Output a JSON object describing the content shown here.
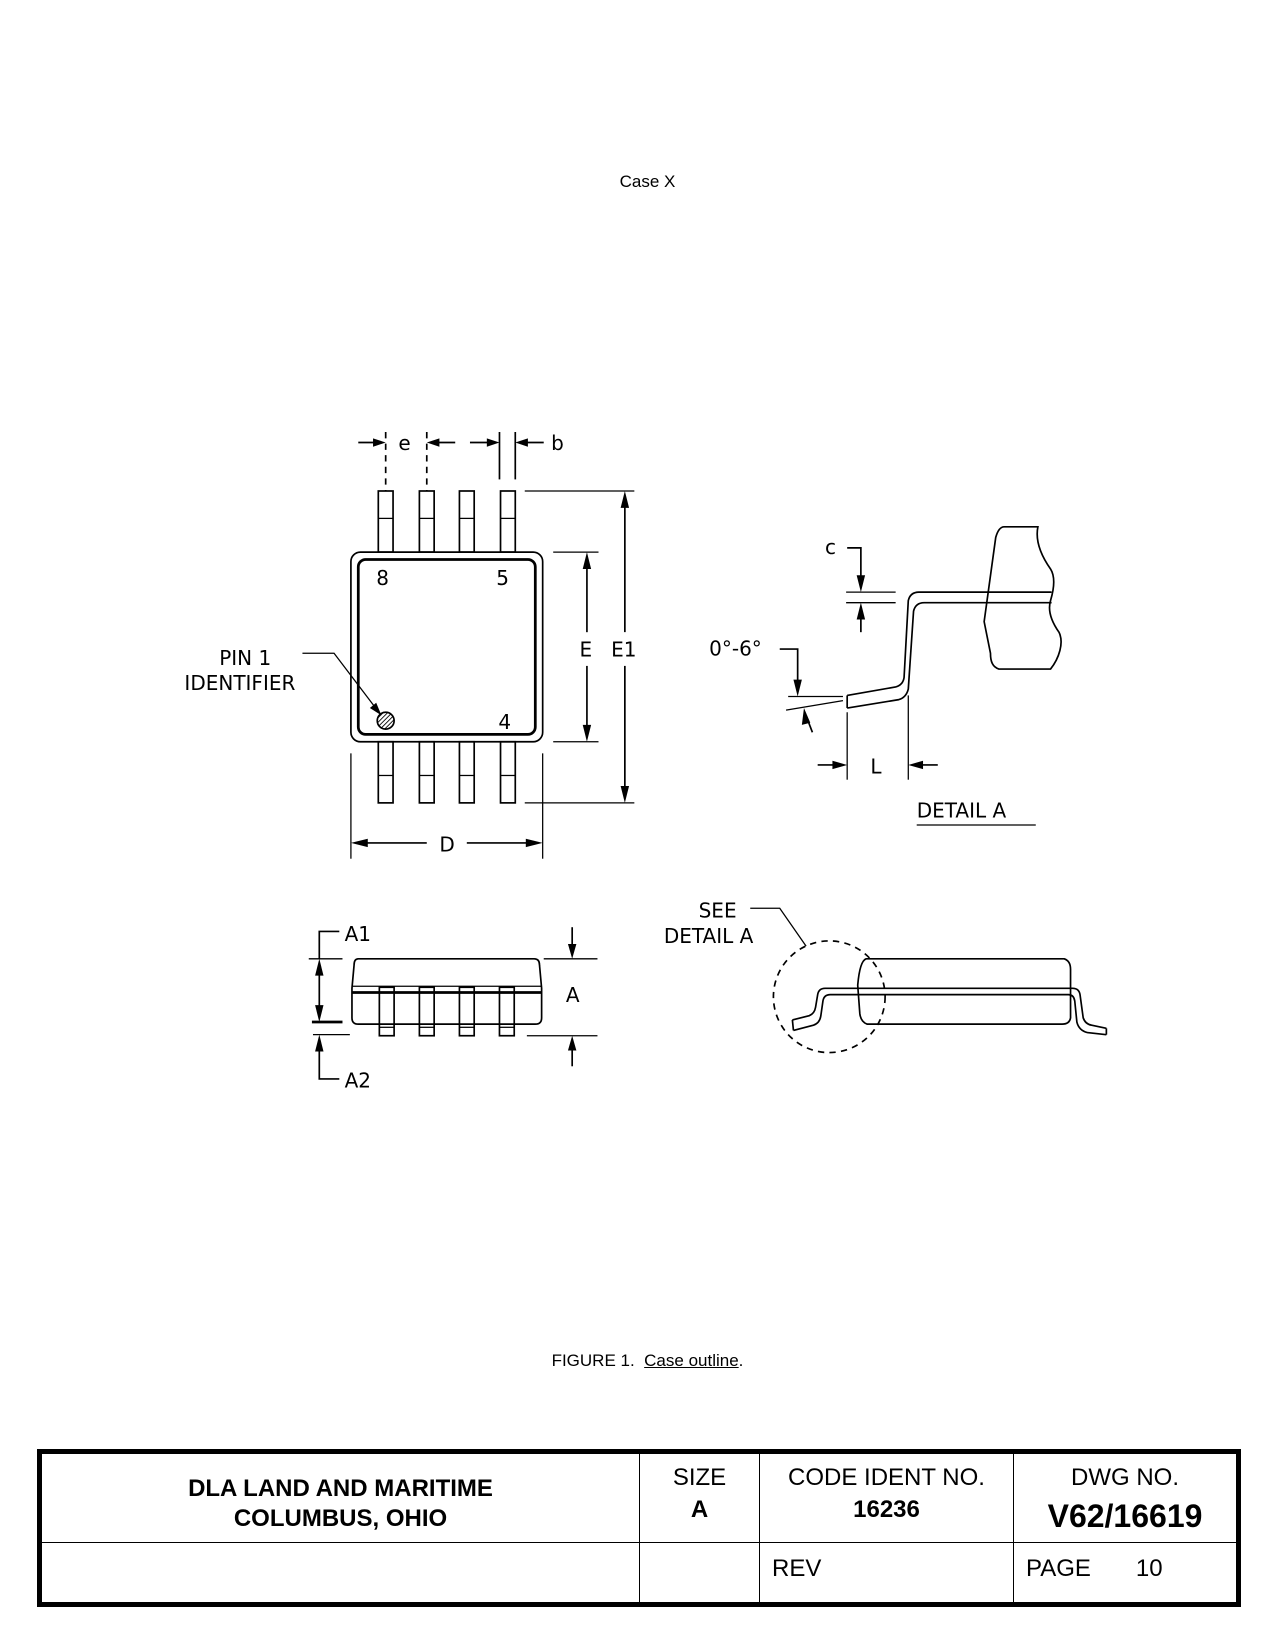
{
  "header": {
    "case_title": "Case X"
  },
  "drawing": {
    "top_view": {
      "pin_labels": [
        "8",
        "5",
        "4"
      ],
      "pin1_label_line1": "PIN  1",
      "pin1_label_line2": "IDENTIFIER",
      "dim_e": "e",
      "dim_b": "b",
      "dim_E": "E",
      "dim_E1": "E1",
      "dim_D": "D"
    },
    "detail_a": {
      "dim_c": "c",
      "angle": "0°-6°",
      "dim_L": "L",
      "title": "DETAIL  A"
    },
    "side_view": {
      "dim_A1": "A1",
      "dim_A2": "A2",
      "dim_A": "A"
    },
    "end_view": {
      "see_line1": "SEE",
      "see_line2": "DETAIL  A"
    }
  },
  "caption": {
    "prefix": "FIGURE 1.  ",
    "title": "Case outline",
    "suffix": "."
  },
  "title_block": {
    "org_line1": "DLA LAND AND MARITIME",
    "org_line2": "COLUMBUS, OHIO",
    "size_label": "SIZE",
    "size_value": "A",
    "code_label": "CODE IDENT NO.",
    "code_value": "16236",
    "dwg_label": "DWG NO.",
    "dwg_value": "V62/16619",
    "rev_label": "REV",
    "page_label": "PAGE",
    "page_value": "10"
  }
}
